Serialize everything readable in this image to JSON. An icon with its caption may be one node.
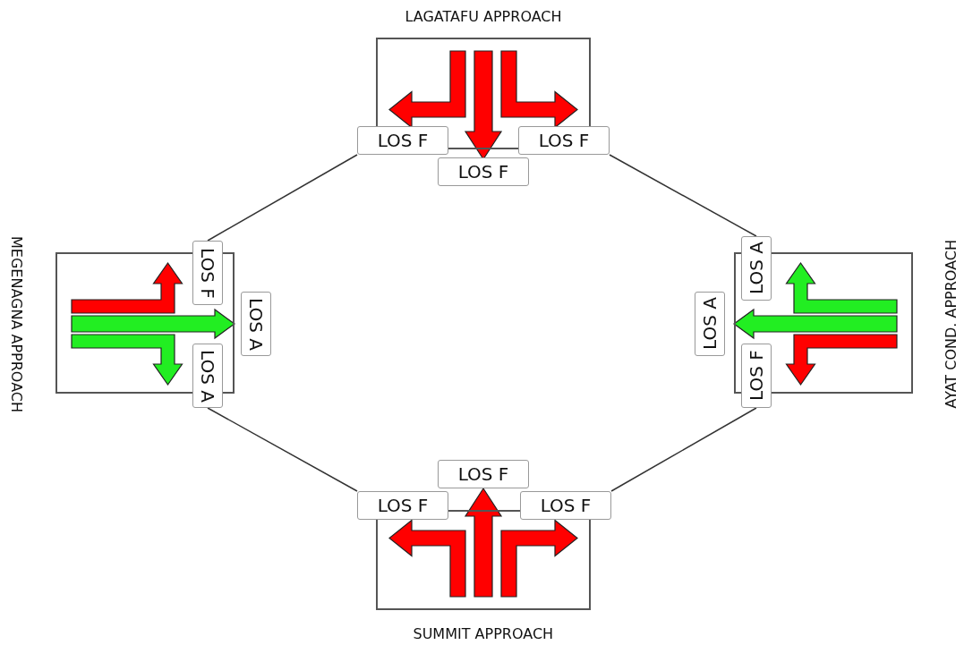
{
  "diagram": {
    "nodes": [
      {
        "text": [
          "LAGATAFU APPROACH"
        ]
      },
      {
        "text": [
          "LOS F"
        ]
      },
      {
        "text": [
          "LOS F"
        ]
      },
      {
        "text": [
          "LOS F"
        ]
      },
      {
        "text": [
          "MEGENAGNA APPROACH"
        ]
      },
      {
        "text": [
          "LOS F"
        ]
      },
      {
        "text": [
          "LOS A"
        ]
      },
      {
        "text": [
          "LOS A"
        ]
      },
      {
        "text": [
          "AYAT COND. APPROACH"
        ]
      },
      {
        "text": [
          "LOS A"
        ]
      },
      {
        "text": [
          "LOS A"
        ]
      },
      {
        "text": [
          "LOS F"
        ]
      },
      {
        "text": [
          "SUMMIT APPROACH"
        ]
      },
      {
        "text": [
          "LOS F"
        ]
      },
      {
        "text": [
          "LOS F"
        ]
      },
      {
        "text": [
          "LOS F"
        ]
      }
    ],
    "edges": [
      {
        "from": 1,
        "to": 5,
        "arrow": "none"
      },
      {
        "from": 2,
        "to": 9,
        "arrow": "none"
      },
      {
        "from": 7,
        "to": 14,
        "arrow": "none"
      },
      {
        "from": 11,
        "to": 15,
        "arrow": "none"
      },
      {
        "from": null,
        "to": 1,
        "arrow": "to",
        "color": "#ff0000"
      },
      {
        "from": null,
        "to": 3,
        "arrow": "to",
        "color": "#ff0000"
      },
      {
        "from": null,
        "to": 2,
        "arrow": "to",
        "color": "#ff0000"
      },
      {
        "from": null,
        "to": 7,
        "arrow": "to",
        "color": "#22ee22"
      },
      {
        "from": null,
        "to": 6,
        "arrow": "to",
        "color": "#22ee22"
      },
      {
        "from": null,
        "to": 5,
        "arrow": "to",
        "color": "#ff0000"
      },
      {
        "from": null,
        "to": 9,
        "arrow": "to",
        "color": "#22ee22"
      },
      {
        "from": null,
        "to": 10,
        "arrow": "to",
        "color": "#22ee22"
      },
      {
        "from": null,
        "to": 11,
        "arrow": "to",
        "color": "#ff0000"
      },
      {
        "from": null,
        "to": 15,
        "arrow": "to",
        "color": "#ff0000"
      },
      {
        "from": null,
        "to": 13,
        "arrow": "to",
        "color": "#ff0000"
      },
      {
        "from": null,
        "to": 14,
        "arrow": "to",
        "color": "#ff0000"
      }
    ]
  }
}
